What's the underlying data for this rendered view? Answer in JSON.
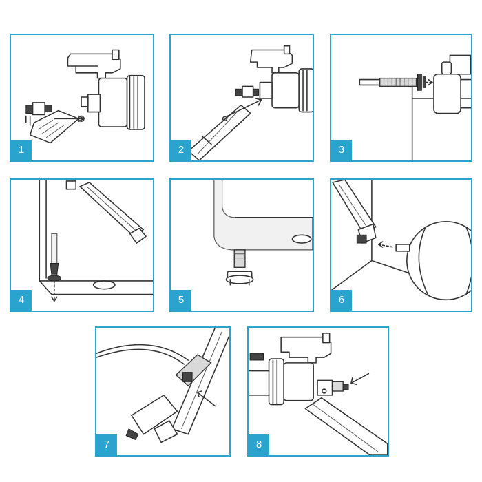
{
  "accent_color": "#2ba3cf",
  "steps": [
    {
      "number": "1",
      "illustration": "valve-arm-detached"
    },
    {
      "number": "2",
      "illustration": "arm-connected-to-valve"
    },
    {
      "number": "3",
      "illustration": "threaded-rod-inserted"
    },
    {
      "number": "4",
      "illustration": "valve-in-cistern"
    },
    {
      "number": "5",
      "illustration": "inlet-nut-under-cistern"
    },
    {
      "number": "6",
      "illustration": "float-ball-attached"
    },
    {
      "number": "7",
      "illustration": "arm-clip-adjustment"
    },
    {
      "number": "8",
      "illustration": "adjust-screw"
    }
  ]
}
